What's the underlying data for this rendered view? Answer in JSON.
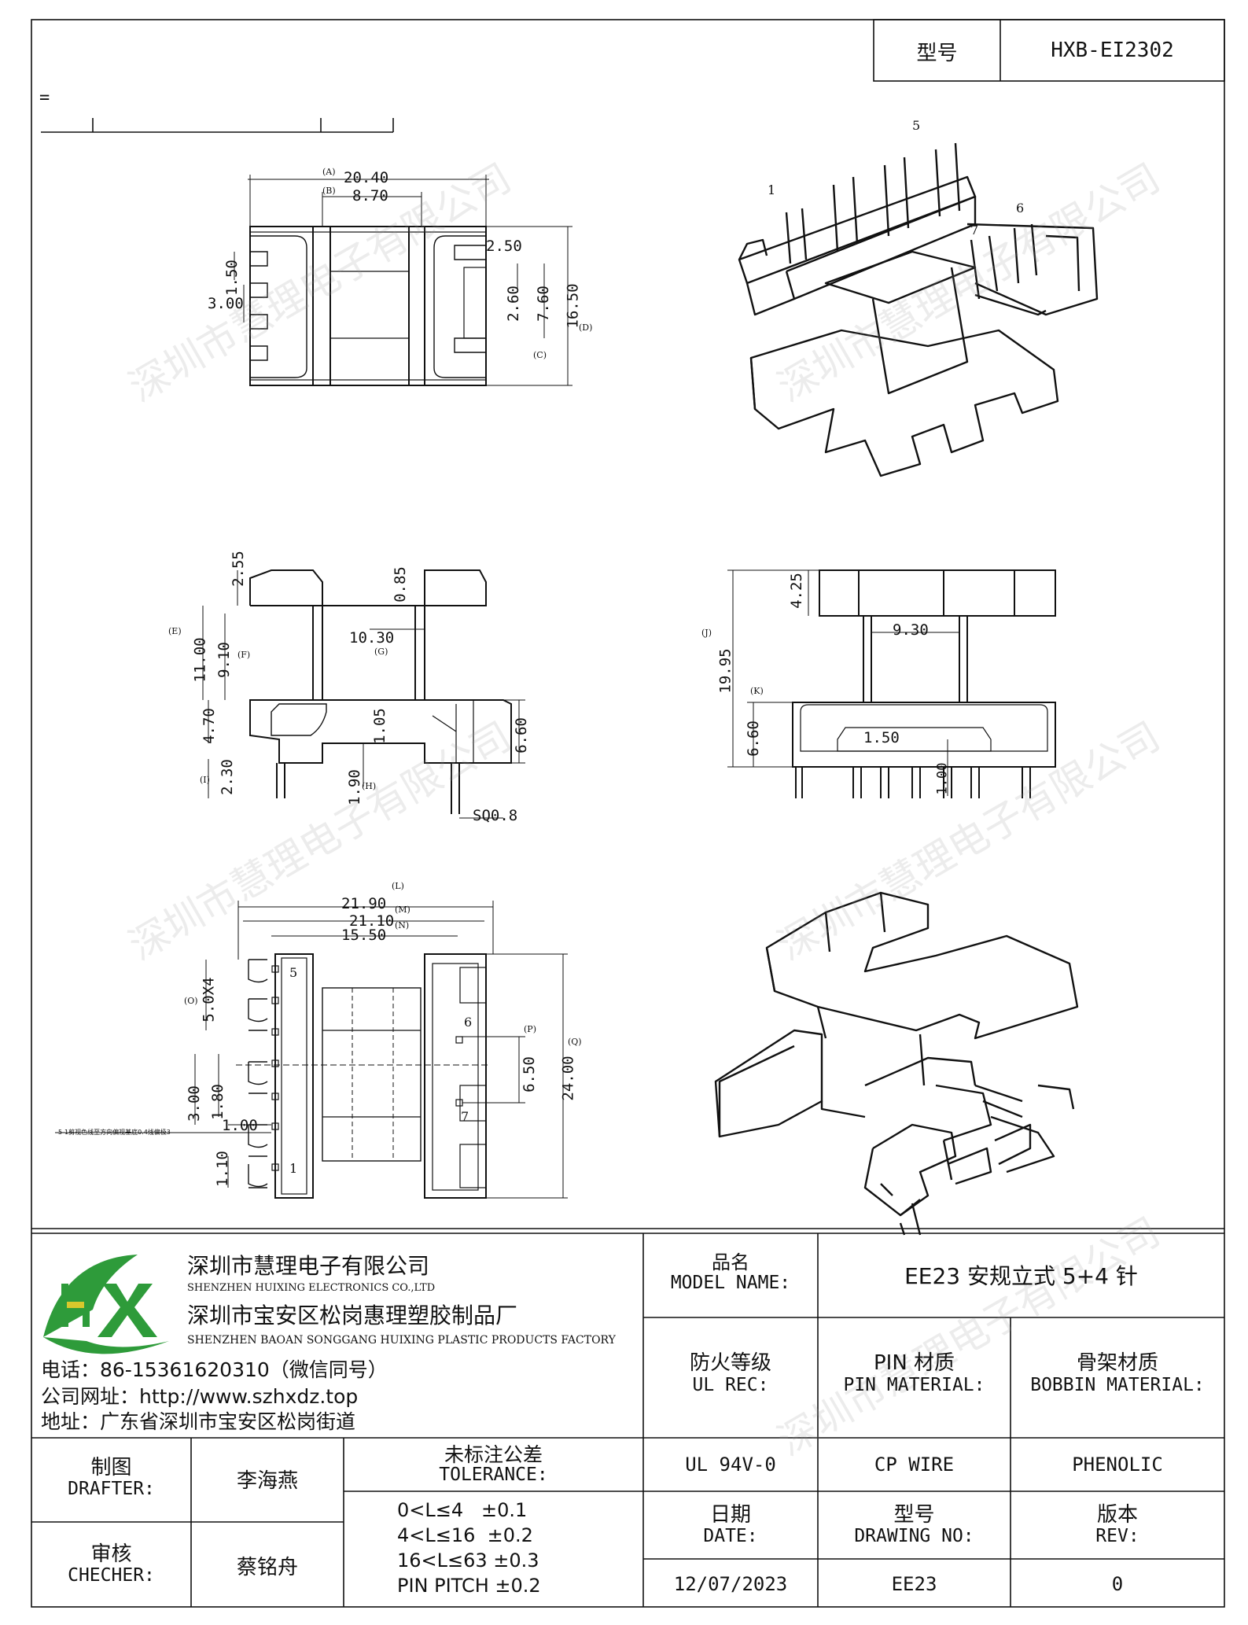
{
  "header": {
    "model_label": "型号",
    "model_value": "HXB-EI2302"
  },
  "watermark": "深圳市慧理电子有限公司",
  "dims_top": {
    "a": "20.40",
    "a_tag": "(A)",
    "b": "8.70",
    "b_tag": "(B)",
    "pin_pitch": "1.50",
    "pin_width": "3.00",
    "slot": "2.50",
    "p2": "2.60",
    "c": "7.60",
    "c_tag": "(C)",
    "d": "16.50",
    "d_tag": "(D)"
  },
  "iso_pins": {
    "p1": "1",
    "p5": "5",
    "p6": "6",
    "p7": "7"
  },
  "dims_side": {
    "top": "2.55",
    "gap": "0.85",
    "e": "11.00",
    "e_tag": "(E)",
    "f": "9.10",
    "f_tag": "(F)",
    "g": "10.30",
    "g_tag": "(G)",
    "flange": "4.70",
    "wall": "1.05",
    "foot": "6.60",
    "i": "2.30",
    "i_tag": "(I)",
    "h": "1.90",
    "h_tag": "(H)",
    "pin": "SQ0.8"
  },
  "dims_front": {
    "top": "4.25",
    "width": "9.30",
    "j": "19.95",
    "j_tag": "(J)",
    "k": "6.60",
    "k_tag": "(K)",
    "slot": "1.50",
    "pin": "1.00"
  },
  "dims_bottom": {
    "l": "21.90",
    "l_tag": "(L)",
    "m": "21.10",
    "m_tag": "(M)",
    "n": "15.50",
    "n_tag": "(N)",
    "o": "5.0X4",
    "o_tag": "(O)",
    "p": "6.50",
    "p_tag": "(P)",
    "q": "24.00",
    "q_tag": "(Q)",
    "d300": "3.00",
    "d180": "1.80",
    "d100": "1.00",
    "d110": "1.10",
    "note": "5-1剪视色线至方向偏视基底0.4线偏极3",
    "pin1": "1",
    "pin5": "5",
    "pin6": "6",
    "pin7": "7"
  },
  "company": {
    "logo_text": "HX",
    "name_cn": "深圳市慧理电子有限公司",
    "name_en": "SHENZHEN HUIXING ELECTRONICS CO.,LTD",
    "factory_cn": "深圳市宝安区松岗惠理塑胶制品厂",
    "factory_en": "SHENZHEN BAOAN SONGGANG HUIXING PLASTIC PRODUCTS FACTORY",
    "phone": "电话：86-15361620310（微信同号）",
    "website": "公司网址：http://www.szhxdz.top",
    "address": "地址：广东省深圳市宝安区松岗街道"
  },
  "title_block": {
    "model_name_cn": "品名",
    "model_name_en": "MODEL NAME:",
    "model_name_value": "EE23 安规立式 5+4 针",
    "ul_cn": "防火等级",
    "ul_en": "UL REC:",
    "ul_value": "UL 94V-0",
    "pin_cn": "PIN 材质",
    "pin_en": "PIN MATERIAL:",
    "pin_value": "CP WIRE",
    "bobbin_cn": "骨架材质",
    "bobbin_en": "BOBBIN MATERIAL:",
    "bobbin_value": "PHENOLIC",
    "drafter_cn": "制图",
    "drafter_en": "DRAFTER:",
    "drafter_value": "李海燕",
    "checker_cn": "审核",
    "checker_en": "CHECHER:",
    "checker_value": "蔡铭舟",
    "tol_cn": "未标注公差",
    "tol_en": "TOLERANCE:",
    "tol_1": "0<L≤4   ±0.1",
    "tol_2": "4<L≤16  ±0.2",
    "tol_3": "16<L≤63 ±0.3",
    "tol_4": "PIN PITCH ±0.2",
    "date_cn": "日期",
    "date_en": "DATE:",
    "date_value": "12/07/2023",
    "dwg_cn": "型号",
    "dwg_en": "DRAWING NO:",
    "dwg_value": "EE23",
    "rev_cn": "版本",
    "rev_en": "REV:",
    "rev_value": "0"
  },
  "marks": {
    "equals": "="
  }
}
